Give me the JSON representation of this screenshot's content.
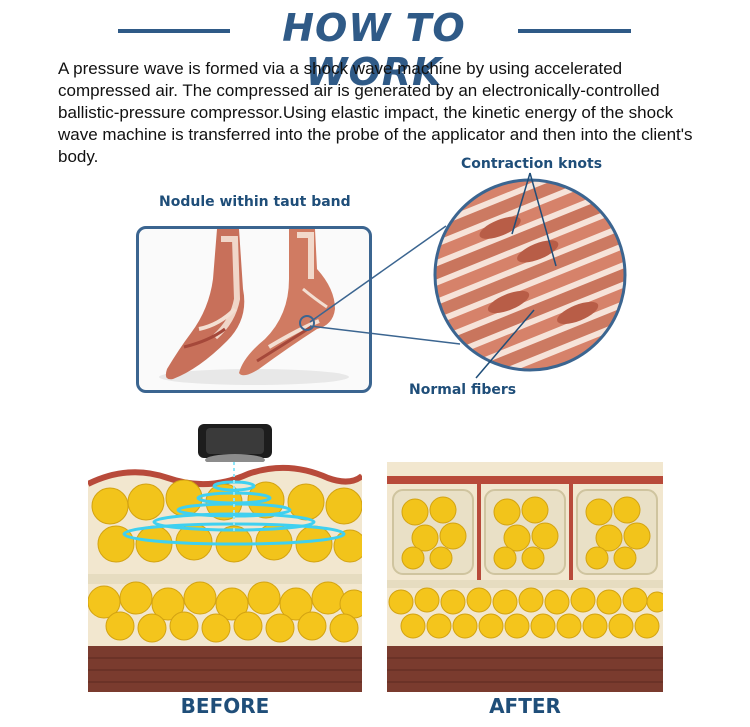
{
  "header": {
    "title": "HOW TO WORK"
  },
  "description": "A pressure wave is formed  via a shock wave machine by using accelerated compressed air. The compressed air is generated by an electronically-controlled ballistic-pressure compressor.Using elastic impact, the kinetic energy of the shock wave machine is transferred into the probe of the applicator and then into the client's body.",
  "diagram": {
    "nodule_label": "Nodule within taut band",
    "contraction_label": "Contraction knots",
    "normal_label": "Normal fibers"
  },
  "comparison": {
    "before_label": "BEFORE",
    "after_label": "AFTER"
  },
  "colors": {
    "title_blue": "#2f5a87",
    "label_blue": "#1f4e79",
    "muscle": "#cf7a5f",
    "fat_yellow": "#f2c41b",
    "skin_red": "#b84a3a",
    "wave_blue": "#3fd0f0"
  }
}
